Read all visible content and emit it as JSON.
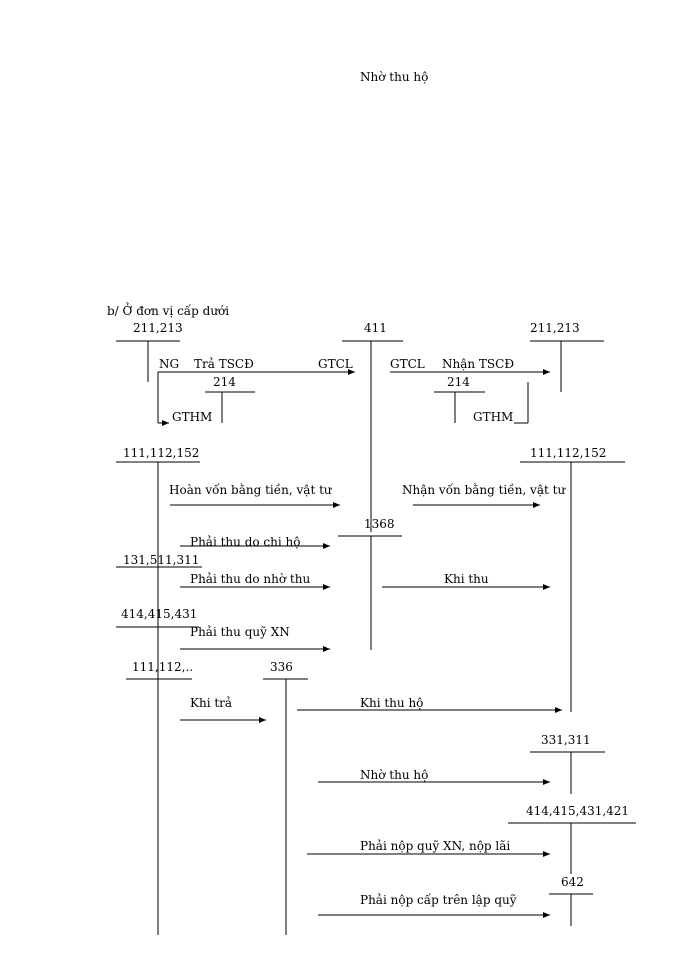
{
  "heading": "Nhờ thu hộ",
  "section_title": "b/ Ở đơn vị cấp dưới",
  "accounts": {
    "a211_213_left": "211,213",
    "a411": "411",
    "a211_213_right": "211,213",
    "a214_left": "214",
    "a214_right": "214",
    "a111_112_152_left": "111,112,152",
    "a111_112_152_right": "111,112,152",
    "a1368": "1368",
    "a131_511_311": "131,511,311",
    "a414_415_431": "414,415,431",
    "a111_112_etc": "111,112,..",
    "a336": "336",
    "a331_311": "331,311",
    "a414_415_431_421": "414,415,431,421",
    "a642": "642"
  },
  "labels": {
    "ng": "NG",
    "tra_tscd": "Trả TSCĐ",
    "gtcl_left": "GTCL",
    "gtcl_right": "GTCL",
    "nhan_tscd": "Nhận TSCĐ",
    "gthm_left": "GTHM",
    "gthm_right": "GTHM",
    "hoan_von": "Hoàn vốn bằng tiền, vật tư",
    "nhan_von": "Nhận vốn bằng tiền, vật tư",
    "phai_thu_chi_ho": "Phải thu do chi hộ",
    "phai_thu_nho_thu": "Phải thu do nhờ thu",
    "khi_thu": "Khi thu",
    "phai_thu_quy_xn": "Phải thu quỹ XN",
    "khi_tra": "Khi trả",
    "khi_thu_ho": "Khi thu hộ",
    "nho_thu_ho": "Nhờ thu hộ",
    "phai_nop_quy": "Phải nộp quỹ XN, nộp lãi",
    "phai_nop_cap_tren": "Phải nộp cấp trên lập quỹ"
  }
}
